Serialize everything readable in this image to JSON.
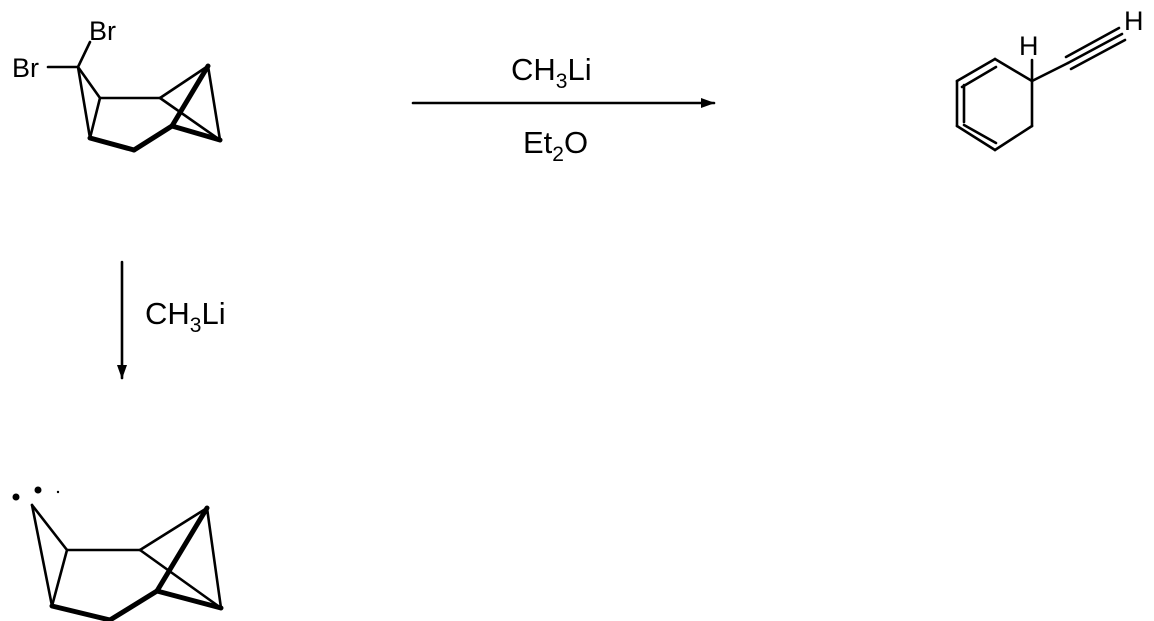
{
  "scheme": {
    "start": {
      "atoms": [
        "Br",
        "Br"
      ]
    },
    "product": {
      "atoms": [
        "H",
        "H"
      ]
    },
    "arrow_right": {
      "reagent_top": {
        "main": "CH",
        "sub": "3",
        "tail": "Li"
      },
      "reagent_bottom": {
        "main": "Et",
        "sub": "2",
        "tail": "O"
      }
    },
    "arrow_down": {
      "reagent": {
        "main": "CH",
        "sub": "3",
        "tail": "Li"
      }
    }
  }
}
